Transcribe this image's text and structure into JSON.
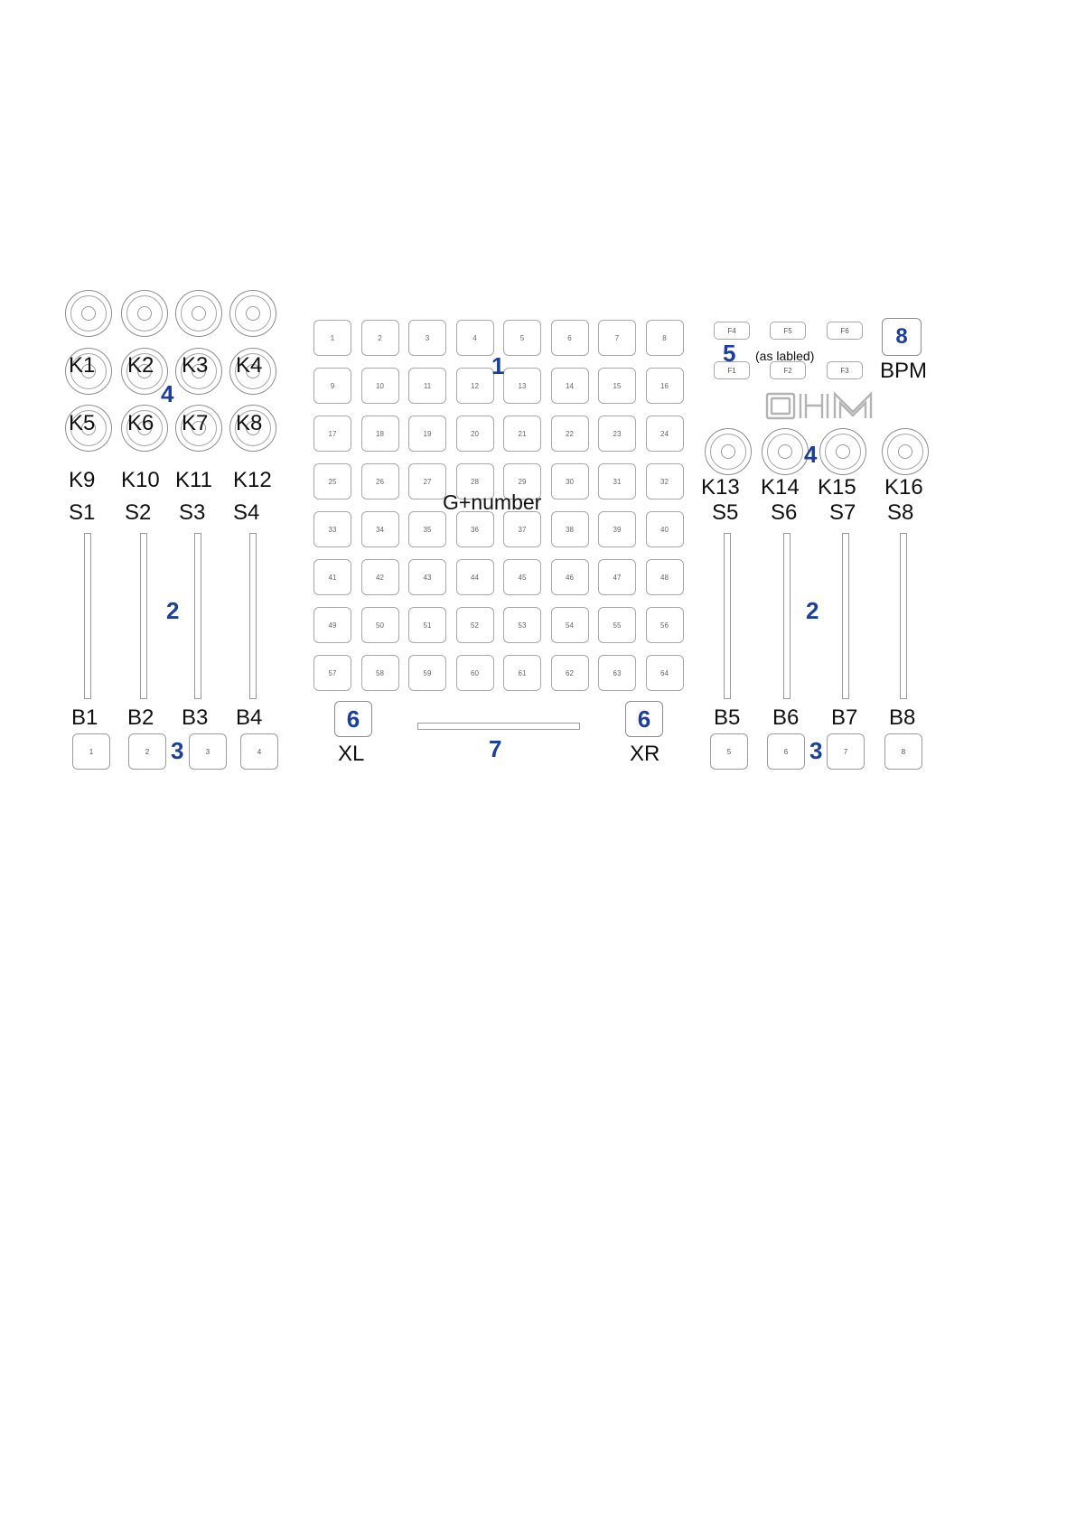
{
  "knob_labels": [
    "K1",
    "K2",
    "K3",
    "K4",
    "K5",
    "K6",
    "K7",
    "K8",
    "K9",
    "K10",
    "K11",
    "K12",
    "K13",
    "K14",
    "K15",
    "K16"
  ],
  "slider_labels": [
    "S1",
    "S2",
    "S3",
    "S4",
    "S5",
    "S6",
    "S7",
    "S8"
  ],
  "button_labels": [
    "B1",
    "B2",
    "B3",
    "B4",
    "B5",
    "B6",
    "B7",
    "B8"
  ],
  "button_faces": [
    "1",
    "2",
    "3",
    "4",
    "5",
    "6",
    "7",
    "8"
  ],
  "grid_numbers": [
    "1",
    "2",
    "3",
    "4",
    "5",
    "6",
    "7",
    "8",
    "9",
    "10",
    "11",
    "12",
    "13",
    "14",
    "15",
    "16",
    "17",
    "18",
    "19",
    "20",
    "21",
    "22",
    "23",
    "24",
    "25",
    "26",
    "27",
    "28",
    "29",
    "30",
    "31",
    "32",
    "33",
    "34",
    "35",
    "36",
    "37",
    "38",
    "39",
    "40",
    "41",
    "42",
    "43",
    "44",
    "45",
    "46",
    "47",
    "48",
    "49",
    "50",
    "51",
    "52",
    "53",
    "54",
    "55",
    "56",
    "57",
    "58",
    "59",
    "60",
    "61",
    "62",
    "63",
    "64"
  ],
  "function_buttons": [
    "F4",
    "F5",
    "F6",
    "F1",
    "F2",
    "F3"
  ],
  "callouts": {
    "grid": "1",
    "sliders": "2",
    "buttons": "3",
    "knobs": "4",
    "function": "5",
    "cross": "6",
    "crossfader": "7",
    "bpm": "8"
  },
  "grid_label": "G+number",
  "function_note": "(as labled)",
  "bpm_label": "BPM",
  "xl_label": "XL",
  "xr_label": "XR",
  "logo_text": "OHM",
  "accent_color": "#1d3f9c"
}
